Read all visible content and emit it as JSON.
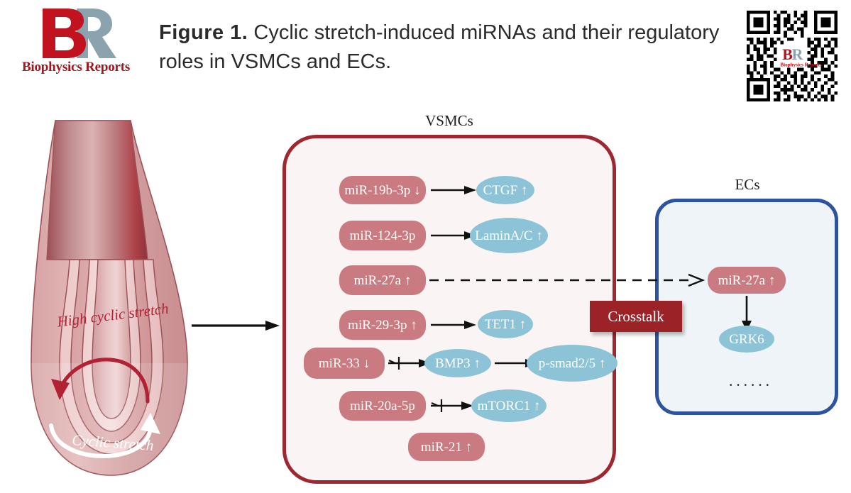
{
  "journal": {
    "logo_letters": "BR",
    "name": "Biophysics Reports"
  },
  "figure": {
    "label": "Figure 1.",
    "caption": "Cyclic stretch-induced miRNAs and their regulatory roles in VSMCs and ECs."
  },
  "qr_code": {
    "center_letters": "BR",
    "center_name": "Biophysics Reports"
  },
  "vessel": {
    "high_stretch_label": "High cyclic stretch",
    "cyclic_stretch_label": "Cyclic stretch",
    "high_stretch_color": "#b22234",
    "cyclic_stretch_color": "#ffffff"
  },
  "colors": {
    "mirna_node": "#c97b81",
    "target_node": "#8cc3d7",
    "vsmc_border": "#a0262f",
    "vsmc_fill": "#fbf4f5",
    "ec_border": "#2d52a0",
    "ec_fill": "#eef4f8",
    "crosstalk": "#9b2226",
    "arrow": "#111111"
  },
  "vsmc_panel": {
    "title": "VSMCs",
    "rows": [
      {
        "source": "miR-19b-3p ↓",
        "relation": "activates",
        "target": "CTGF ↑"
      },
      {
        "source": "miR-124-3p",
        "relation": "activates",
        "target": "LaminA/C ↑"
      },
      {
        "source": "miR-27a ↑",
        "relation": "crosstalk-dashed",
        "target": ""
      },
      {
        "source": "miR-29-3p ↑",
        "relation": "activates",
        "target": "TET1 ↑"
      },
      {
        "source": "miR-33 ↓",
        "relation": "inhibits",
        "target": "BMP3 ↑",
        "downstream_relation": "activates",
        "downstream_target": "p-smad2/5 ↑"
      },
      {
        "source": "miR-20a-5p",
        "relation": "inhibits",
        "target": "mTORC1 ↑"
      },
      {
        "source": "miR-21 ↑",
        "relation": "none",
        "target": ""
      }
    ]
  },
  "crosstalk": {
    "label": "Crosstalk"
  },
  "ec_panel": {
    "title": "ECs",
    "mirna": "miR-27a ↑",
    "target": "GRK6",
    "ellipsis": "······"
  }
}
